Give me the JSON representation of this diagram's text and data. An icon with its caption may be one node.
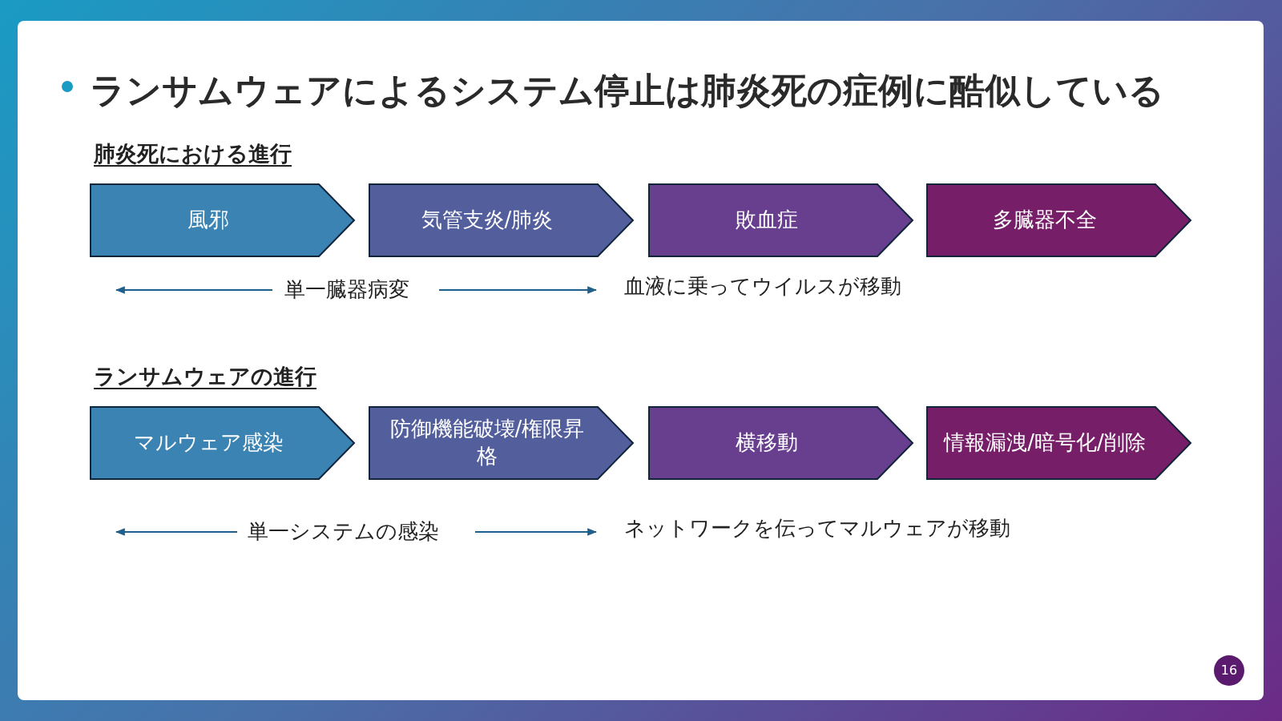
{
  "diagram": {
    "title": "ランサムウェアによるシステム停止は肺炎死の症例に酷似している",
    "nodes": [
      {
        "text": [
          "風邪"
        ]
      },
      {
        "text": [
          "気管支炎/肺炎"
        ]
      },
      {
        "text": [
          "敗血症"
        ]
      },
      {
        "text": [
          "多臓器不全"
        ]
      },
      {
        "text": [
          "マルウェア感染"
        ]
      },
      {
        "text": [
          "防御機能破壊/権限昇格"
        ]
      },
      {
        "text": [
          "横移動"
        ]
      },
      {
        "text": [
          "情報漏洩/暗号化/削除"
        ]
      }
    ],
    "labels": [
      "肺炎死における進行",
      "単一臓器病変",
      "血液に乗ってウイルスが移動",
      "ランサムウェアの進行",
      "単一システムの感染",
      "ネットワークを伝ってマルウェアが移動",
      "16"
    ]
  }
}
